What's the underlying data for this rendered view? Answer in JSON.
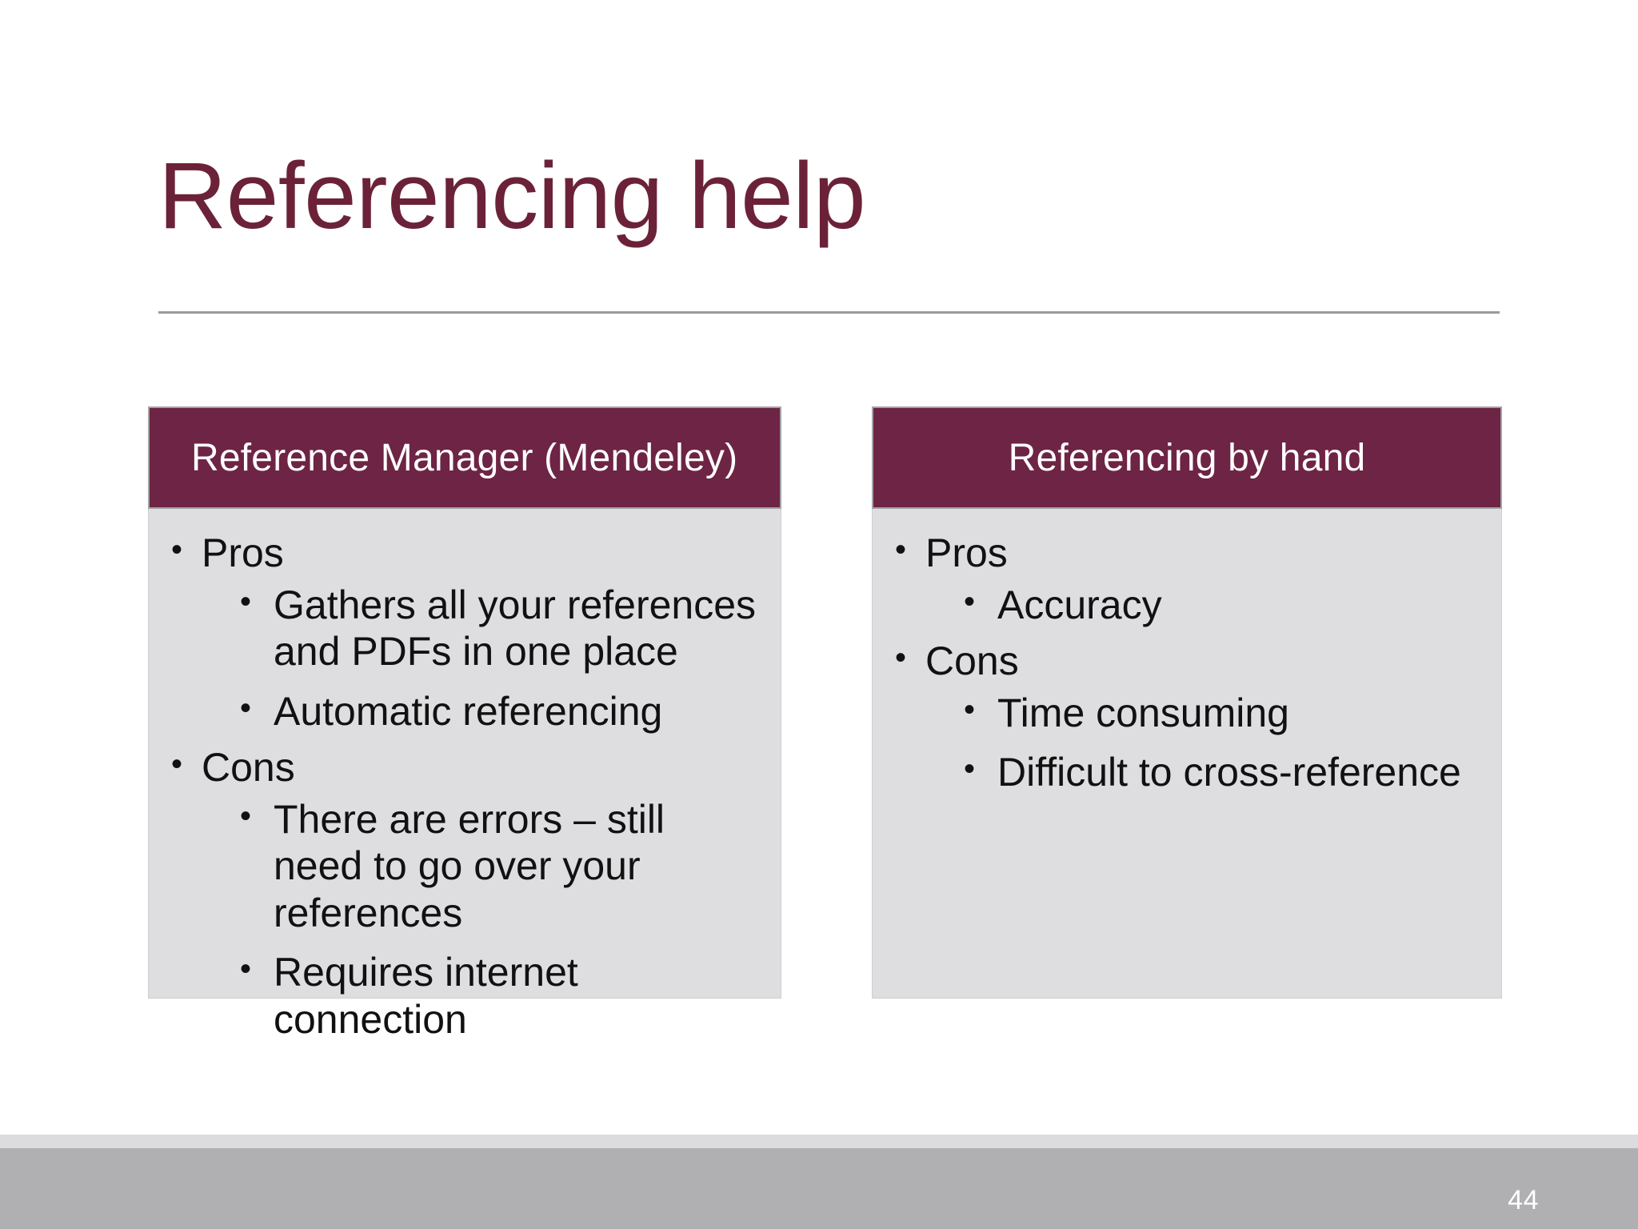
{
  "slide": {
    "title": "Referencing help",
    "page_number": "44",
    "colors": {
      "title_maroon": "#6B2238",
      "header_maroon": "#6E2444",
      "panel_body_gray": "#DEDEE0",
      "footer_light_gray": "#DCDCDE",
      "footer_dark_gray": "#B0B0B2",
      "rule_gray": "#9A9A9C",
      "body_text": "#111111",
      "header_text": "#FFFFFF"
    }
  },
  "panels": [
    {
      "header": "Reference Manager (Mendeley)",
      "groups": [
        {
          "label": "Pros",
          "items": [
            "Gathers all your references and PDFs in one place",
            "Automatic referencing"
          ]
        },
        {
          "label": "Cons",
          "items": [
            "There are errors – still need to go over your references",
            "Requires internet connection"
          ]
        }
      ]
    },
    {
      "header": "Referencing by hand",
      "groups": [
        {
          "label": "Pros",
          "items": [
            "Accuracy"
          ]
        },
        {
          "label": "Cons",
          "items": [
            "Time consuming",
            "Difficult to cross-reference"
          ]
        }
      ]
    }
  ]
}
